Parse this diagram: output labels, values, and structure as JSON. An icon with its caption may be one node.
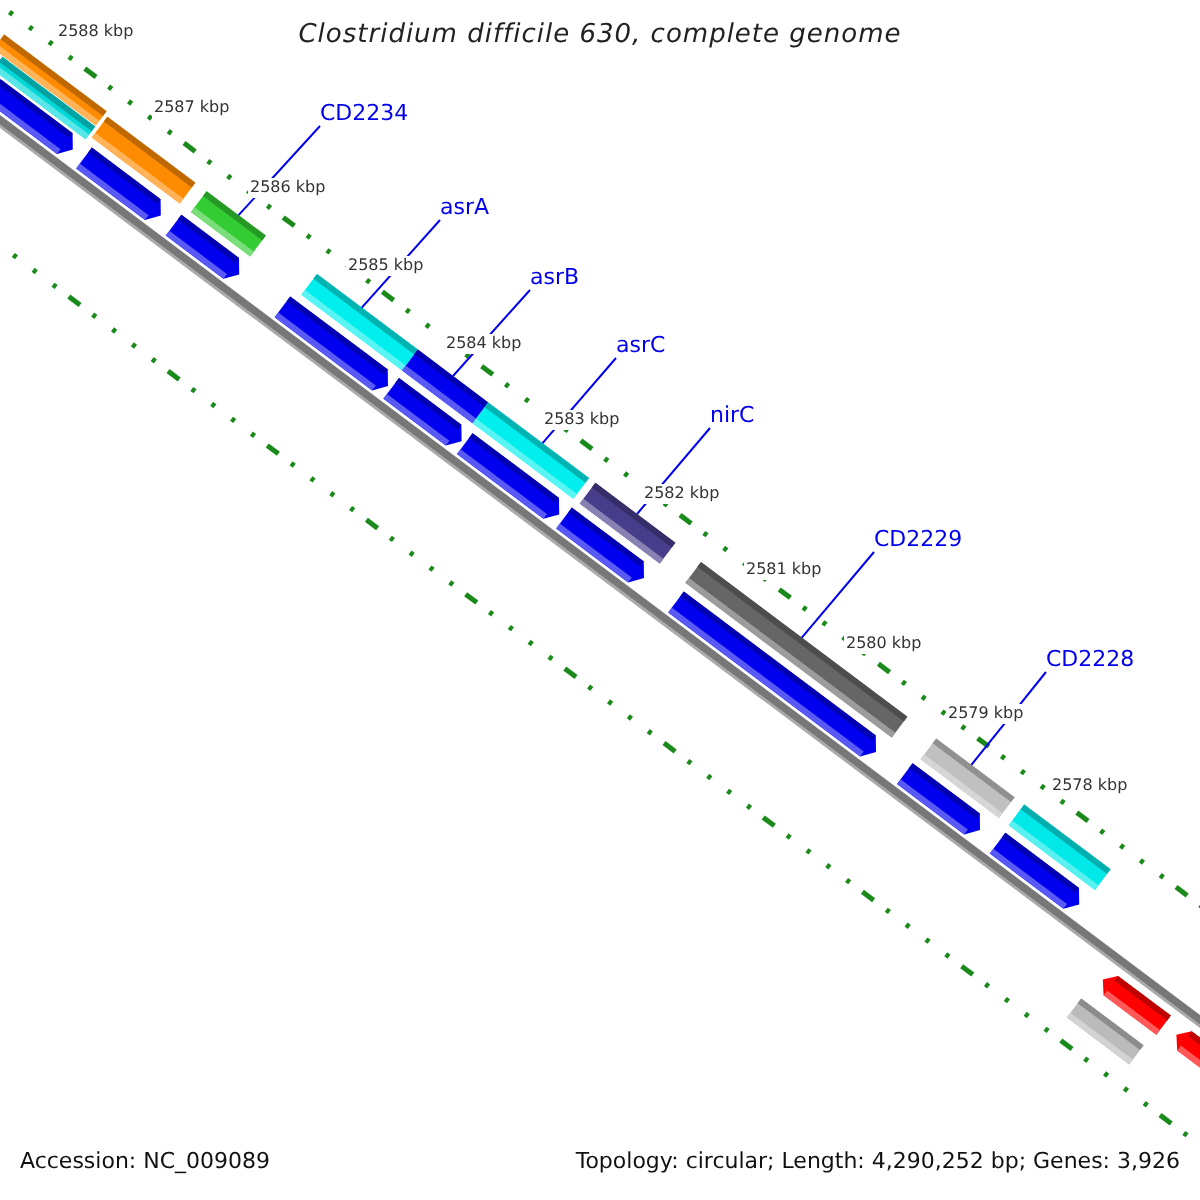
{
  "diagram": {
    "title": "Clostridium difficile 630, complete genome",
    "nodes": [
      {
        "text": [
          "CD2234"
        ]
      },
      {
        "text": [],
        "shape": "bar"
      },
      {
        "text": [
          "asrA"
        ]
      },
      {
        "text": [],
        "shape": "bar"
      },
      {
        "text": [
          "asrB"
        ]
      },
      {
        "text": [],
        "shape": "bar"
      },
      {
        "text": [
          "asrC"
        ]
      },
      {
        "text": [],
        "shape": "bar"
      },
      {
        "text": [
          "nirC"
        ]
      },
      {
        "text": [],
        "shape": "bar"
      },
      {
        "text": [
          "CD2229"
        ]
      },
      {
        "text": [],
        "shape": "bar"
      },
      {
        "text": [
          "CD2228"
        ]
      },
      {
        "text": [],
        "shape": "bar"
      },
      {
        "text": [],
        "shape": "bar"
      },
      {
        "text": [],
        "shape": "bar"
      },
      {
        "text": [],
        "shape": "arrow"
      },
      {
        "text": [],
        "shape": "bar"
      },
      {
        "text": [],
        "shape": "arrow"
      },
      {
        "text": [],
        "shape": "arrow"
      },
      {
        "text": [],
        "shape": "arrow"
      },
      {
        "text": [],
        "shape": "arrow"
      },
      {
        "text": [],
        "shape": "arrow"
      },
      {
        "text": [],
        "shape": "arrow"
      },
      {
        "text": [],
        "shape": "arrow"
      },
      {
        "text": [],
        "shape": "arrow"
      },
      {
        "text": [],
        "shape": "bar"
      },
      {
        "text": [],
        "shape": "arrow"
      },
      {
        "text": [],
        "shape": "bar"
      },
      {
        "text": [],
        "shape": "arrow"
      },
      {
        "text": [],
        "shape": "arrow"
      }
    ],
    "edges": [
      {
        "from": 0,
        "to": 1,
        "arrow": "none"
      },
      {
        "from": 2,
        "to": 3,
        "arrow": "none"
      },
      {
        "from": 4,
        "to": 5,
        "arrow": "none"
      },
      {
        "from": 6,
        "to": 7,
        "arrow": "none"
      },
      {
        "from": 8,
        "to": 9,
        "arrow": "none"
      },
      {
        "from": 10,
        "to": 11,
        "arrow": "none"
      },
      {
        "from": 12,
        "to": 13,
        "arrow": "none"
      }
    ],
    "labels": [
      "2588 kbp",
      "2587 kbp",
      "2586 kbp",
      "2585 kbp",
      "2584 kbp",
      "2583 kbp",
      "2582 kbp",
      "2581 kbp",
      "2580 kbp",
      "2579 kbp",
      "2578 kbp",
      "Accession: NC_009089",
      "Topology: circular; Length: 4,290,252 bp; Genes: 3,926"
    ]
  }
}
